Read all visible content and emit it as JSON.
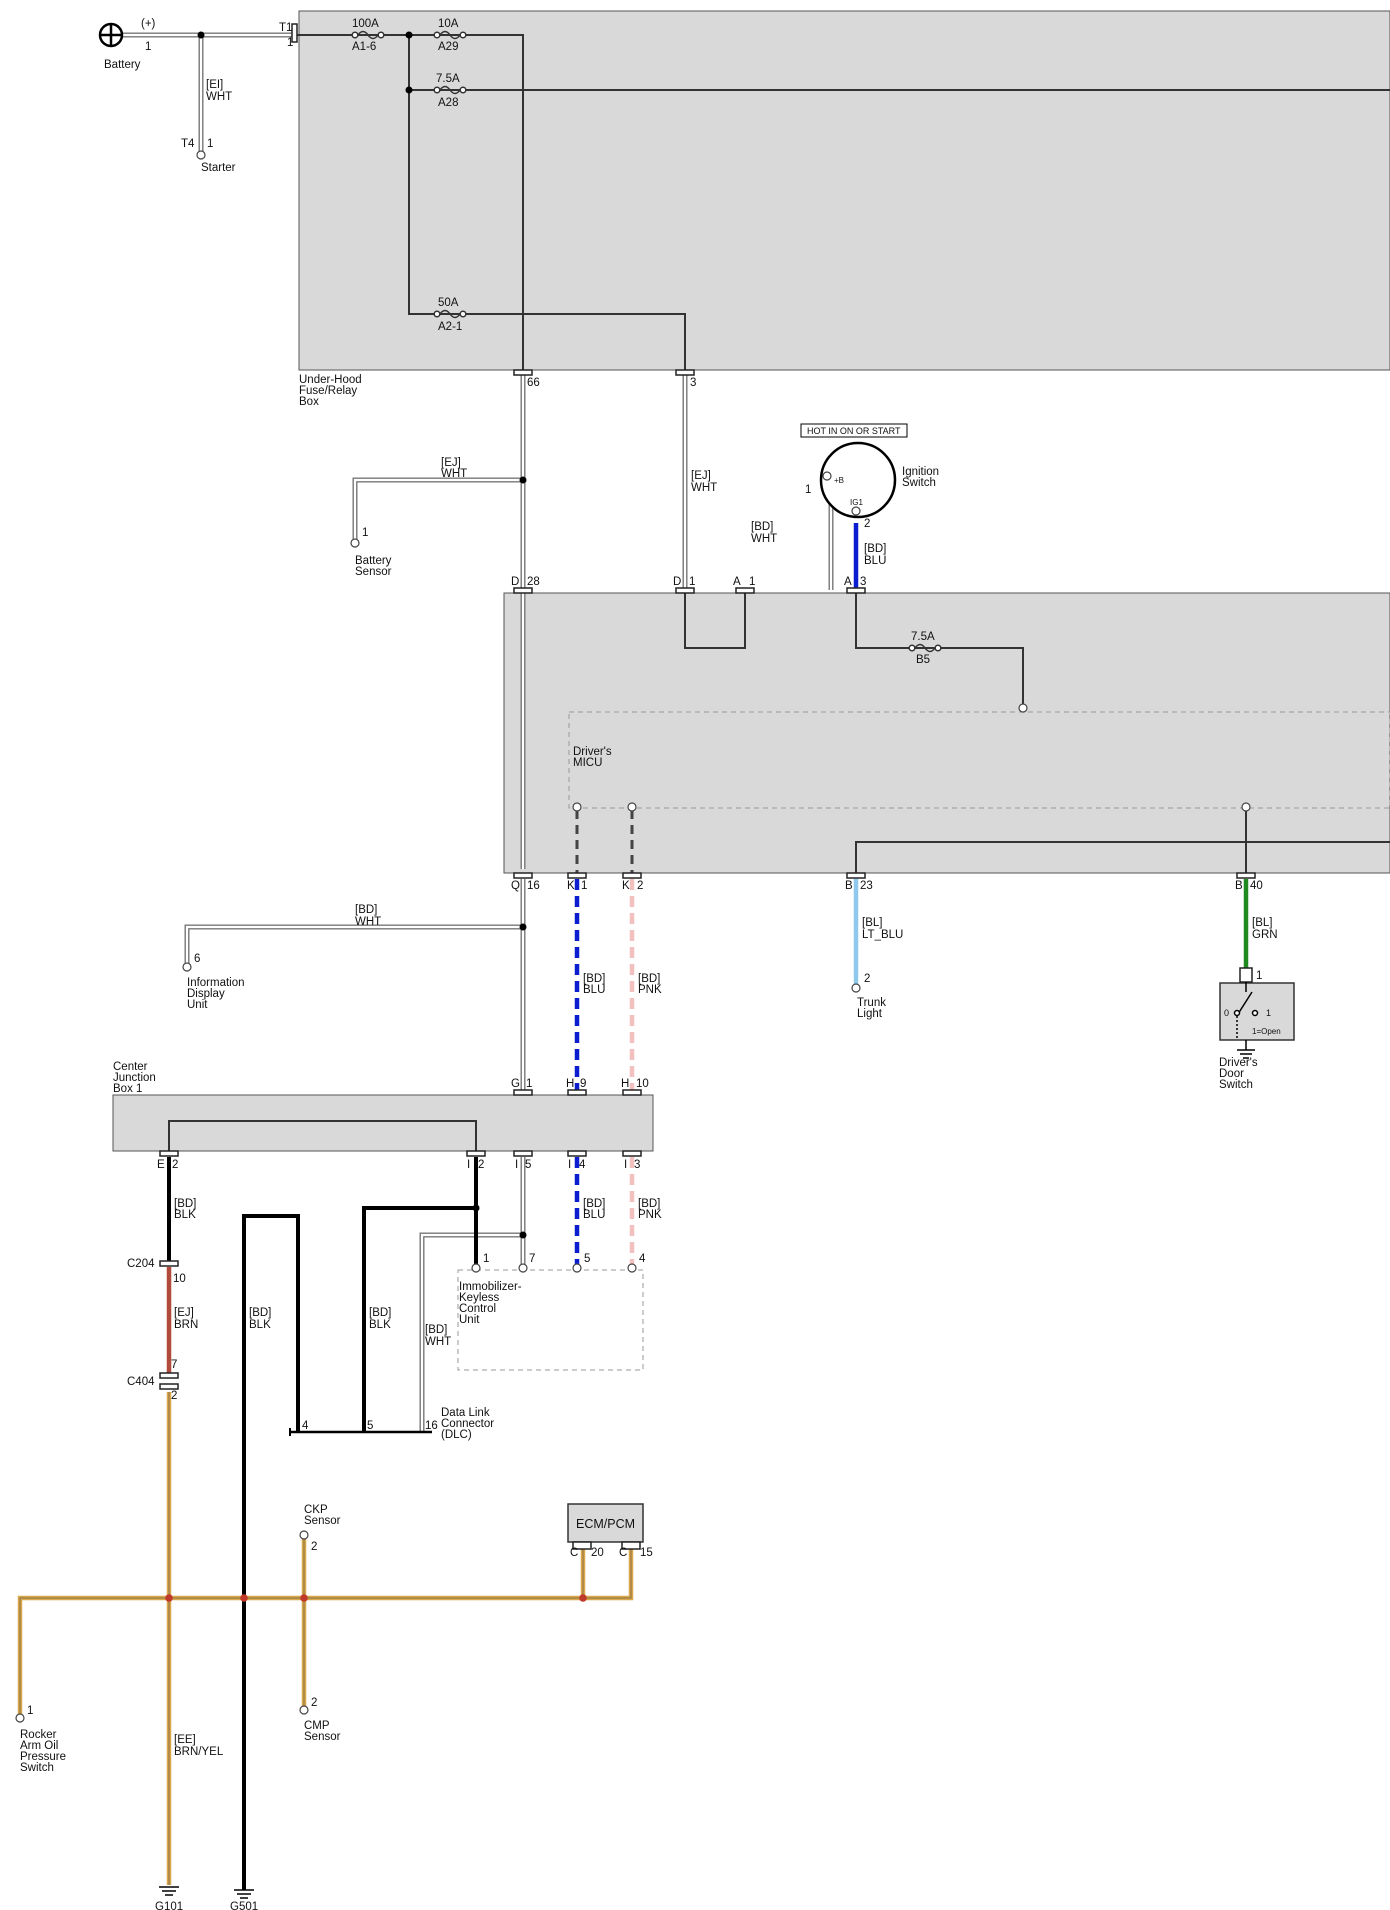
{
  "colors": {
    "box_fill": "#d9d9d9",
    "box_stroke": "#555555",
    "white_wire": "#777777",
    "blue": "#0a1ed0",
    "light_blue": "#8ec8ea",
    "pink": "#f3c0c0",
    "green": "#1f8a1f",
    "black": "#000000",
    "brown": "#b04a3a",
    "brown_yellow": "#d9a84a",
    "dashed_box": "#999999"
  },
  "battery": {
    "label": "Battery",
    "terminal": "(+)",
    "pin": "1"
  },
  "starter": {
    "label": "Starter",
    "connector": "T4",
    "pin": "1",
    "wire": [
      "[EI]",
      "WHT"
    ]
  },
  "underhood": {
    "label": [
      "Under-Hood",
      "Fuse/Relay",
      "Box"
    ],
    "t1": "T1",
    "t1_pin": "1",
    "fuses": [
      {
        "rating": "100A",
        "id": "A1-6"
      },
      {
        "rating": "10A",
        "id": "A29"
      },
      {
        "rating": "7.5A",
        "id": "A28"
      },
      {
        "rating": "50A",
        "id": "A2-1"
      }
    ],
    "pins": [
      "66",
      "3"
    ]
  },
  "battery_sensor": {
    "label": [
      "Battery",
      "Sensor"
    ],
    "pin": "1",
    "wire": [
      "[EJ]",
      "WHT"
    ]
  },
  "ignition": {
    "hot_label": "HOT IN ON OR START",
    "label": [
      "Ignition",
      "Switch"
    ],
    "pin_b": "1",
    "pin_b_text": "+B",
    "pin_ig": "2",
    "ig_text": "IG1"
  },
  "under_dash": {
    "conn_d28": [
      "D",
      "28"
    ],
    "conn_d1": [
      "D",
      "1"
    ],
    "conn_a1": [
      "A",
      "1"
    ],
    "conn_a3": [
      "A",
      "3"
    ],
    "fuse": {
      "rating": "7.5A",
      "id": "B5"
    },
    "micu_label": [
      "Driver's",
      "MICU"
    ],
    "bottom": [
      [
        "Q",
        "16"
      ],
      [
        "K",
        "1"
      ],
      [
        "K",
        "2"
      ],
      [
        "B",
        "23"
      ],
      [
        "B",
        "40"
      ]
    ]
  },
  "wires": {
    "ej_wht_a": [
      "[EJ]",
      "WHT"
    ],
    "bd_wht": [
      "[BD]",
      "WHT"
    ],
    "bd_blu": [
      "[BD]",
      "BLU"
    ],
    "bd_pnk": [
      "[BD]",
      "PNK"
    ],
    "bl_ltblu": [
      "[BL]",
      "LT_BLU"
    ],
    "bl_grn": [
      "[BL]",
      "GRN"
    ],
    "bd_blk": [
      "[BD]",
      "BLK"
    ],
    "ej_brn": [
      "[EJ]",
      "BRN"
    ],
    "ee_brnyel": [
      "[EE]",
      "BRN/YEL"
    ]
  },
  "info_display": {
    "label": [
      "Information",
      "Display",
      "Unit"
    ],
    "pin": "6"
  },
  "trunk_light": {
    "label": [
      "Trunk",
      "Light"
    ],
    "pin": "2"
  },
  "door_switch": {
    "label": [
      "Driver's",
      "Door",
      "Switch"
    ],
    "pin": "1",
    "state_0": "0",
    "state_1": "1",
    "open_text": "1=Open"
  },
  "cjb": {
    "label": [
      "Center",
      "Junction",
      "Box 1"
    ],
    "top": [
      [
        "G",
        "1"
      ],
      [
        "H",
        "9"
      ],
      [
        "H",
        "10"
      ]
    ],
    "bottom": [
      [
        "E",
        "2"
      ],
      [
        "I",
        "2"
      ],
      [
        "I",
        "5"
      ],
      [
        "I",
        "4"
      ],
      [
        "I",
        "3"
      ]
    ]
  },
  "immobilizer": {
    "label": [
      "Immobilizer-",
      "Keyless",
      "Control",
      "Unit"
    ],
    "pins": [
      "1",
      "7",
      "5",
      "4"
    ]
  },
  "connectors": {
    "c204": "C204",
    "c204_pin": "10",
    "c404": "C404",
    "c404_pin_a": "7",
    "c404_pin_b": "2"
  },
  "dlc": {
    "label": [
      "Data Link",
      "Connector",
      "(DLC)"
    ],
    "pins": [
      "4",
      "5",
      "16"
    ]
  },
  "ckp": {
    "label": [
      "CKP",
      "Sensor"
    ],
    "pin": "2"
  },
  "cmp": {
    "label": [
      "CMP",
      "Sensor"
    ],
    "pin": "2"
  },
  "ecm": {
    "label": "ECM/PCM",
    "pin_a": [
      "C",
      "20"
    ],
    "pin_b": [
      "C",
      "15"
    ]
  },
  "rocker": {
    "label": [
      "Rocker",
      "Arm Oil",
      "Pressure",
      "Switch"
    ],
    "pin": "1"
  },
  "grounds": {
    "g101": "G101",
    "g501": "G501"
  }
}
